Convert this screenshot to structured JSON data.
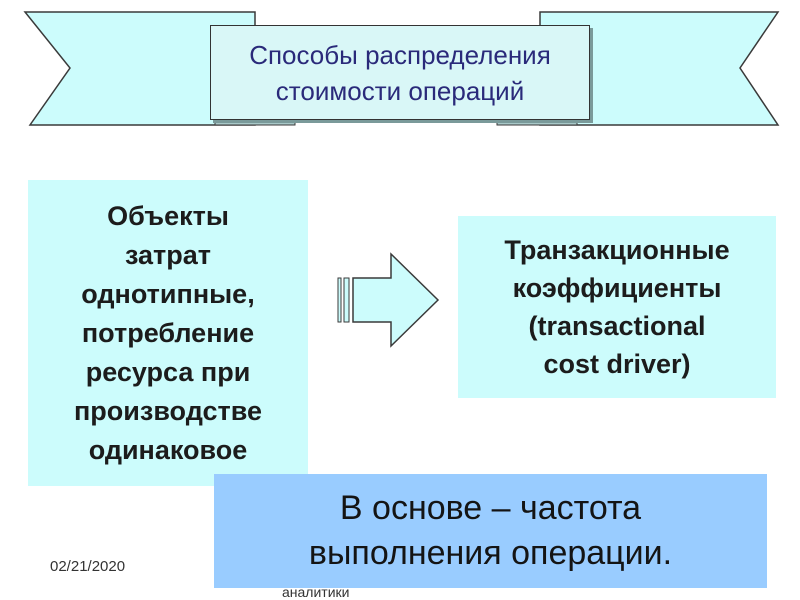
{
  "title": {
    "line1": "Способы распределения",
    "line2": "стоимости операций"
  },
  "left_box": {
    "lines": [
      "Объекты",
      "затрат",
      "однотипные,",
      "потребление",
      "ресурса при",
      "производстве",
      "одинаковое"
    ]
  },
  "right_box": {
    "lines": [
      "Транзакционные",
      "коэффициенты",
      "(transactional",
      "cost driver)"
    ]
  },
  "bottom_box": {
    "line1": "В основе – частота",
    "line2": "выполнения операции."
  },
  "footer": {
    "date": "02/21/2020",
    "partial_text": "аналитики"
  },
  "colors": {
    "banner_fill": "#ccfcfc",
    "box_fill": "#ccfcfc",
    "bottom_fill": "#99ccff",
    "title_text": "#2a2a7a"
  }
}
